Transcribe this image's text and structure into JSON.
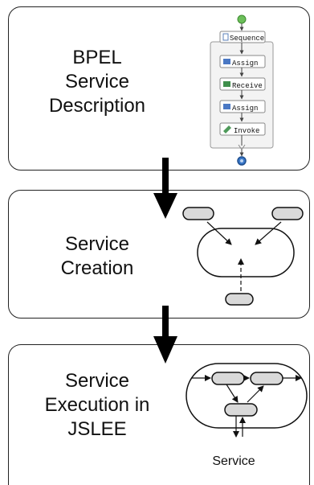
{
  "panels": [
    {
      "title_lines": [
        "BPEL",
        "Service",
        "Description"
      ]
    },
    {
      "title_lines": [
        "Service",
        "Creation"
      ]
    },
    {
      "title_lines": [
        "Service",
        "Execution in",
        "JSLEE"
      ]
    }
  ],
  "bpel_process": {
    "container_label": "Sequence",
    "activities": [
      "Assign",
      "Receive",
      "Assign",
      "Invoke"
    ]
  },
  "execution": {
    "service_label": "Service"
  },
  "colors": {
    "start_node": "#6cbf5a",
    "end_node": "#3a78c9",
    "node_fill": "#d9d9d9",
    "stroke": "#111111"
  }
}
